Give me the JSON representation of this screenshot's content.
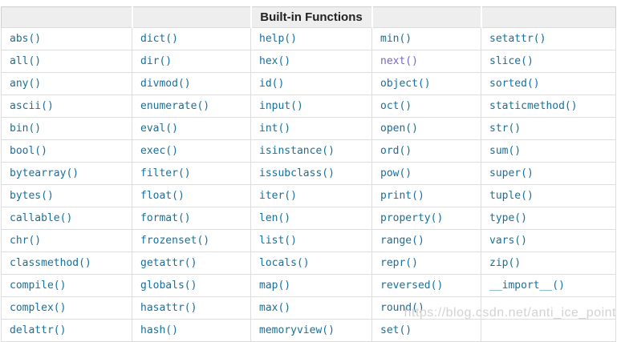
{
  "table": {
    "title": "Built-in Functions",
    "num_columns": 5,
    "rows": [
      [
        "abs()",
        "dict()",
        "help()",
        "min()",
        "setattr()"
      ],
      [
        "all()",
        "dir()",
        "hex()",
        "next()",
        "slice()"
      ],
      [
        "any()",
        "divmod()",
        "id()",
        "object()",
        "sorted()"
      ],
      [
        "ascii()",
        "enumerate()",
        "input()",
        "oct()",
        "staticmethod()"
      ],
      [
        "bin()",
        "eval()",
        "int()",
        "open()",
        "str()"
      ],
      [
        "bool()",
        "exec()",
        "isinstance()",
        "ord()",
        "sum()"
      ],
      [
        "bytearray()",
        "filter()",
        "issubclass()",
        "pow()",
        "super()"
      ],
      [
        "bytes()",
        "float()",
        "iter()",
        "print()",
        "tuple()"
      ],
      [
        "callable()",
        "format()",
        "len()",
        "property()",
        "type()"
      ],
      [
        "chr()",
        "frozenset()",
        "list()",
        "range()",
        "vars()"
      ],
      [
        "classmethod()",
        "getattr()",
        "locals()",
        "repr()",
        "zip()"
      ],
      [
        "compile()",
        "globals()",
        "map()",
        "reversed()",
        "__import__()"
      ],
      [
        "complex()",
        "hasattr()",
        "max()",
        "round()",
        ""
      ],
      [
        "delattr()",
        "hash()",
        "memoryview()",
        "set()",
        ""
      ]
    ],
    "visited_links": [
      "next()"
    ]
  },
  "watermark": {
    "text": "https://blog.csdn.net/anti_ice_point"
  },
  "colors": {
    "link": "#16709c",
    "visited_link": "#7568c4",
    "header_bg": "#eeeeee",
    "border": "#dddddd",
    "watermark": "#d2d2d2"
  }
}
